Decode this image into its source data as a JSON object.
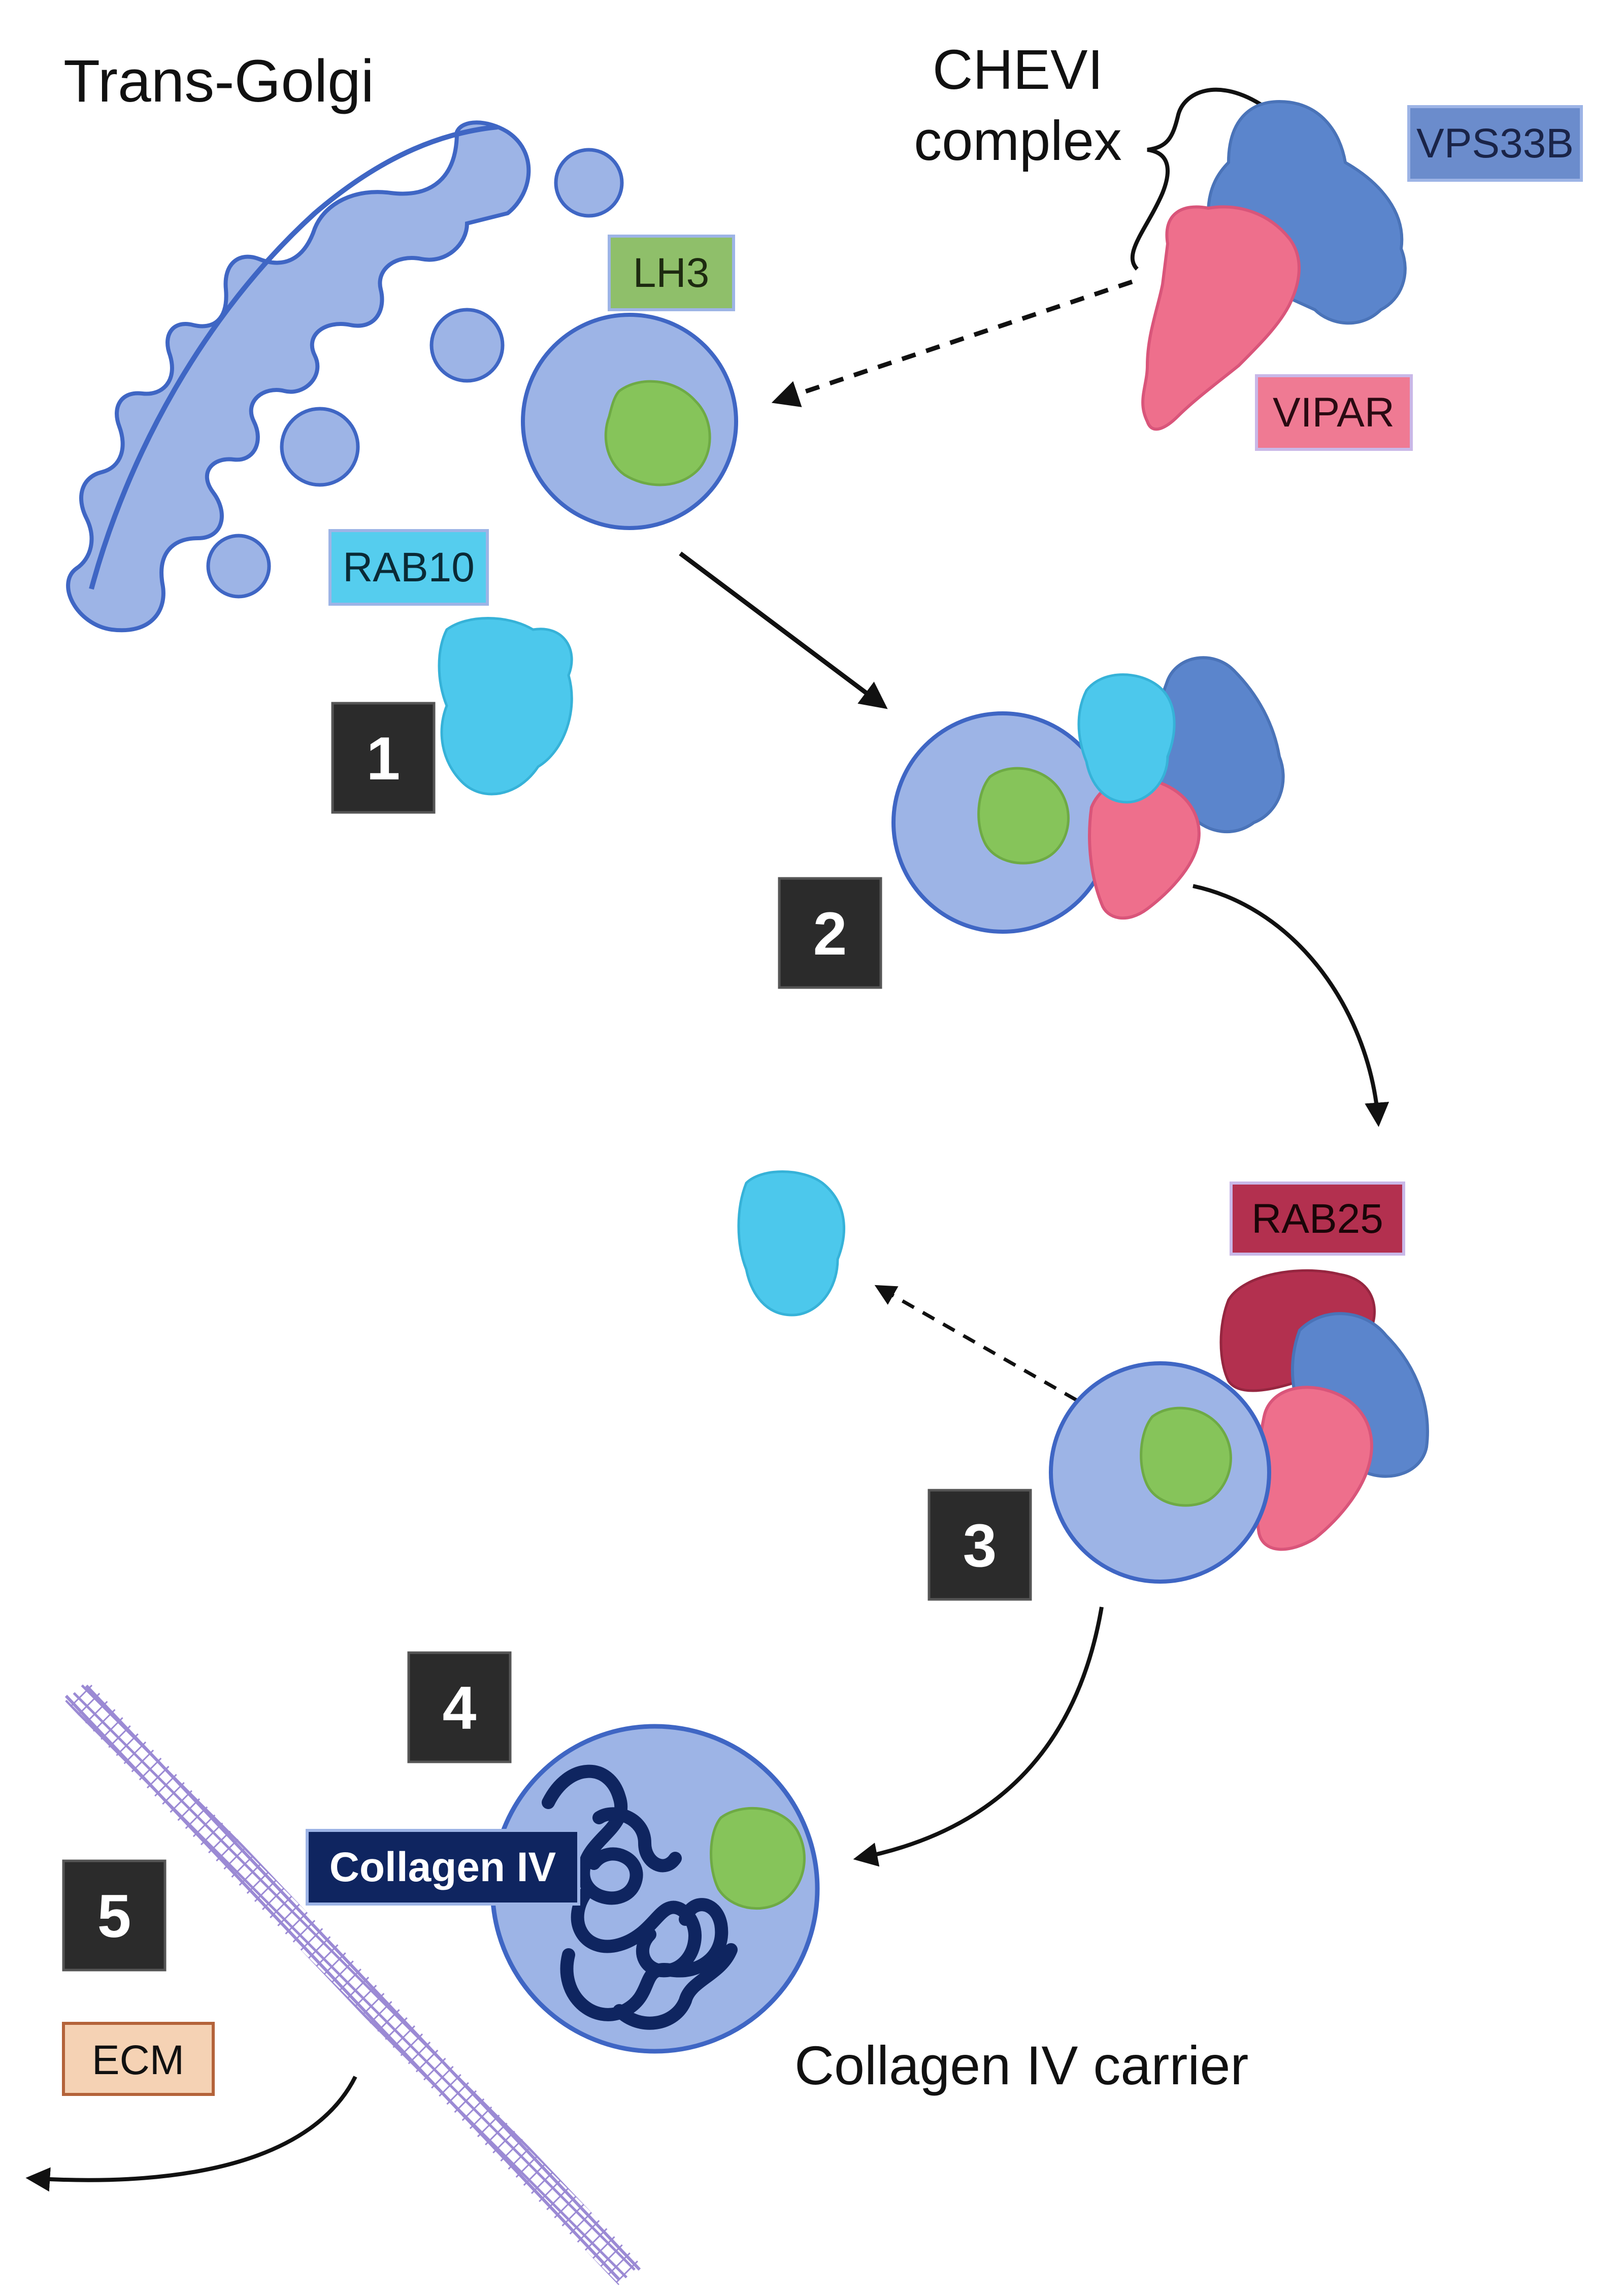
{
  "title_golgi": "Trans-Golgi",
  "chevi": {
    "line1": "CHEVI",
    "line2": "complex"
  },
  "proteins": {
    "vps33b": "VPS33B",
    "vipar": "VIPAR",
    "lh3": "LH3",
    "rab10": "RAB10",
    "rab25": "RAB25",
    "collagen": "Collagen IV"
  },
  "steps": [
    "1",
    "2",
    "3",
    "4",
    "5"
  ],
  "carrier_label": "Collagen IV carrier",
  "ecm_label": "ECM",
  "colors": {
    "golgi_fill": "#9db4e6",
    "golgi_stroke": "#3f66c4",
    "vesicle_fill": "#9db4e6",
    "lh3_green": "#86c45a",
    "rab10_cyan": "#4cc8ec",
    "vps33b_blue": "#5b85cc",
    "vipar_pink": "#ee6f8c",
    "rab25_red": "#b3304f",
    "collagen_navy": "#0f2560",
    "membrane_purple": "#9b8ad4",
    "step_box": "#2b2b2b",
    "ecm_fill": "#f5d2b4",
    "ecm_stroke": "#b4633a"
  }
}
